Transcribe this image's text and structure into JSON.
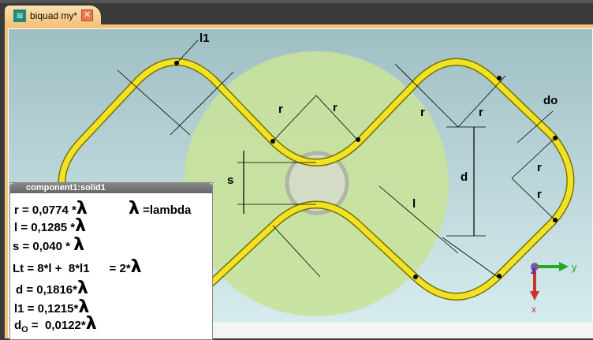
{
  "tab": {
    "title": "biquad my*",
    "close": "✕"
  },
  "labels": {
    "l1": "l1",
    "r": "r",
    "do": "do",
    "s": "s",
    "d": "d",
    "l": "l"
  },
  "axes": {
    "y": "y",
    "z": "z",
    "x": "x"
  },
  "panel": {
    "title": "component1:solid1",
    "lambda": "λ",
    "lambda_def": "=lambda",
    "lines": [
      {
        "text": "r = 0,0774  *"
      },
      {
        "text": "l = 0,1285  *"
      },
      {
        "text": "s = 0,040 *"
      },
      {
        "text": "Lt = 8*l +  8*l1      = 2*"
      },
      {
        "text": "d = 0,1816*"
      },
      {
        "text": "l1 = 0,1215*"
      },
      {
        "text": "d",
        "sub": "O",
        "rest": " =  0,0122*"
      }
    ]
  },
  "colors": {
    "wire": "#f2e224",
    "disk": "#c8e29a",
    "bg": "#a9c9cc"
  }
}
